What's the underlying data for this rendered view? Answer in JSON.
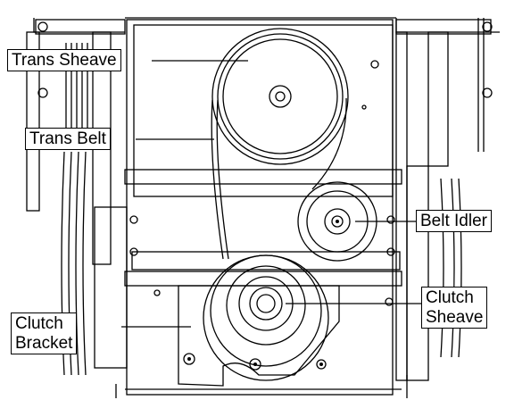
{
  "labels": {
    "trans_sheave": "Trans Sheave",
    "trans_belt": "Trans Belt",
    "belt_idler": "Belt Idler",
    "clutch_sheave_line1": "Clutch",
    "clutch_sheave_line2": "Sheave",
    "clutch_bracket_line1": "Clutch",
    "clutch_bracket_line2": "Bracket"
  },
  "colors": {
    "line": "#000000",
    "background": "#ffffff",
    "fill_gray": "#dddddd"
  }
}
